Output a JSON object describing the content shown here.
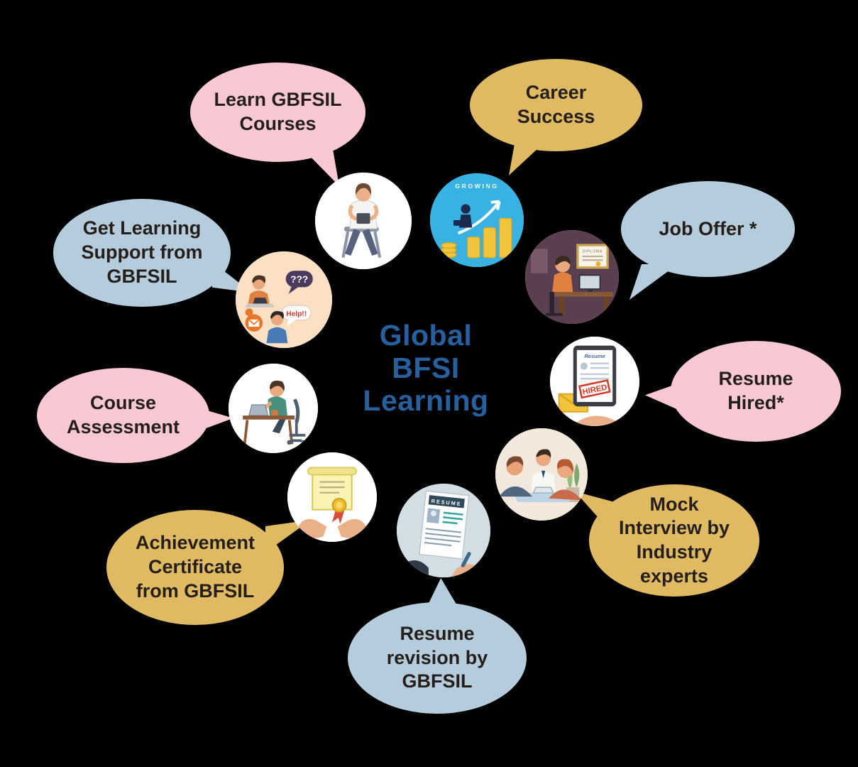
{
  "center_title": {
    "text": "Global\nBFSI\nLearning",
    "color": "#27609f"
  },
  "palette": {
    "background": "#000000",
    "pink": "#f8c9d3",
    "gold": "#e0ba62",
    "blue": "#b5ccdc",
    "bubble_text": "#241f1a"
  },
  "bubbles": [
    {
      "label": "Learn GBFSIL\nCourses",
      "color": "pink"
    },
    {
      "label": "Career\nSuccess",
      "color": "gold"
    },
    {
      "label": "Job Offer *",
      "color": "blue"
    },
    {
      "label": "Resume\nHired*",
      "color": "pink"
    },
    {
      "label": "Mock\nInterview by\nIndustry experts",
      "color": "gold"
    },
    {
      "label": "Resume\nrevision by\nGBFSIL",
      "color": "blue"
    },
    {
      "label": "Achievement\nCertificate\nfrom GBFSIL",
      "color": "gold"
    },
    {
      "label": "Course\nAssessment",
      "color": "pink"
    },
    {
      "label": "Get Learning\nSupport from\nGBFSIL",
      "color": "blue"
    }
  ],
  "icons": {
    "learn_courses": {
      "depicts": "student sitting with tablet"
    },
    "career_success": {
      "depicts": "figure climbing coin growth chart",
      "caption": "GROWING"
    },
    "job_offer": {
      "depicts": "person at desk with diploma on wall",
      "diploma_text": "DIPLOMA"
    },
    "resume_hired": {
      "depicts": "tablet showing resume with hired stamp",
      "header": "Resume",
      "stamp": "HIRED"
    },
    "mock_interview": {
      "depicts": "panel interview at table"
    },
    "resume_revision": {
      "depicts": "hands reviewing resume document",
      "header": "RESUME"
    },
    "achievement_certificate": {
      "depicts": "hands holding certificate with gold seal"
    },
    "course_assessment": {
      "depicts": "person working at desk on laptop"
    },
    "learning_support": {
      "depicts": "people with question and help speech bubbles",
      "question_text": "???",
      "help_text": "Help!!"
    }
  }
}
